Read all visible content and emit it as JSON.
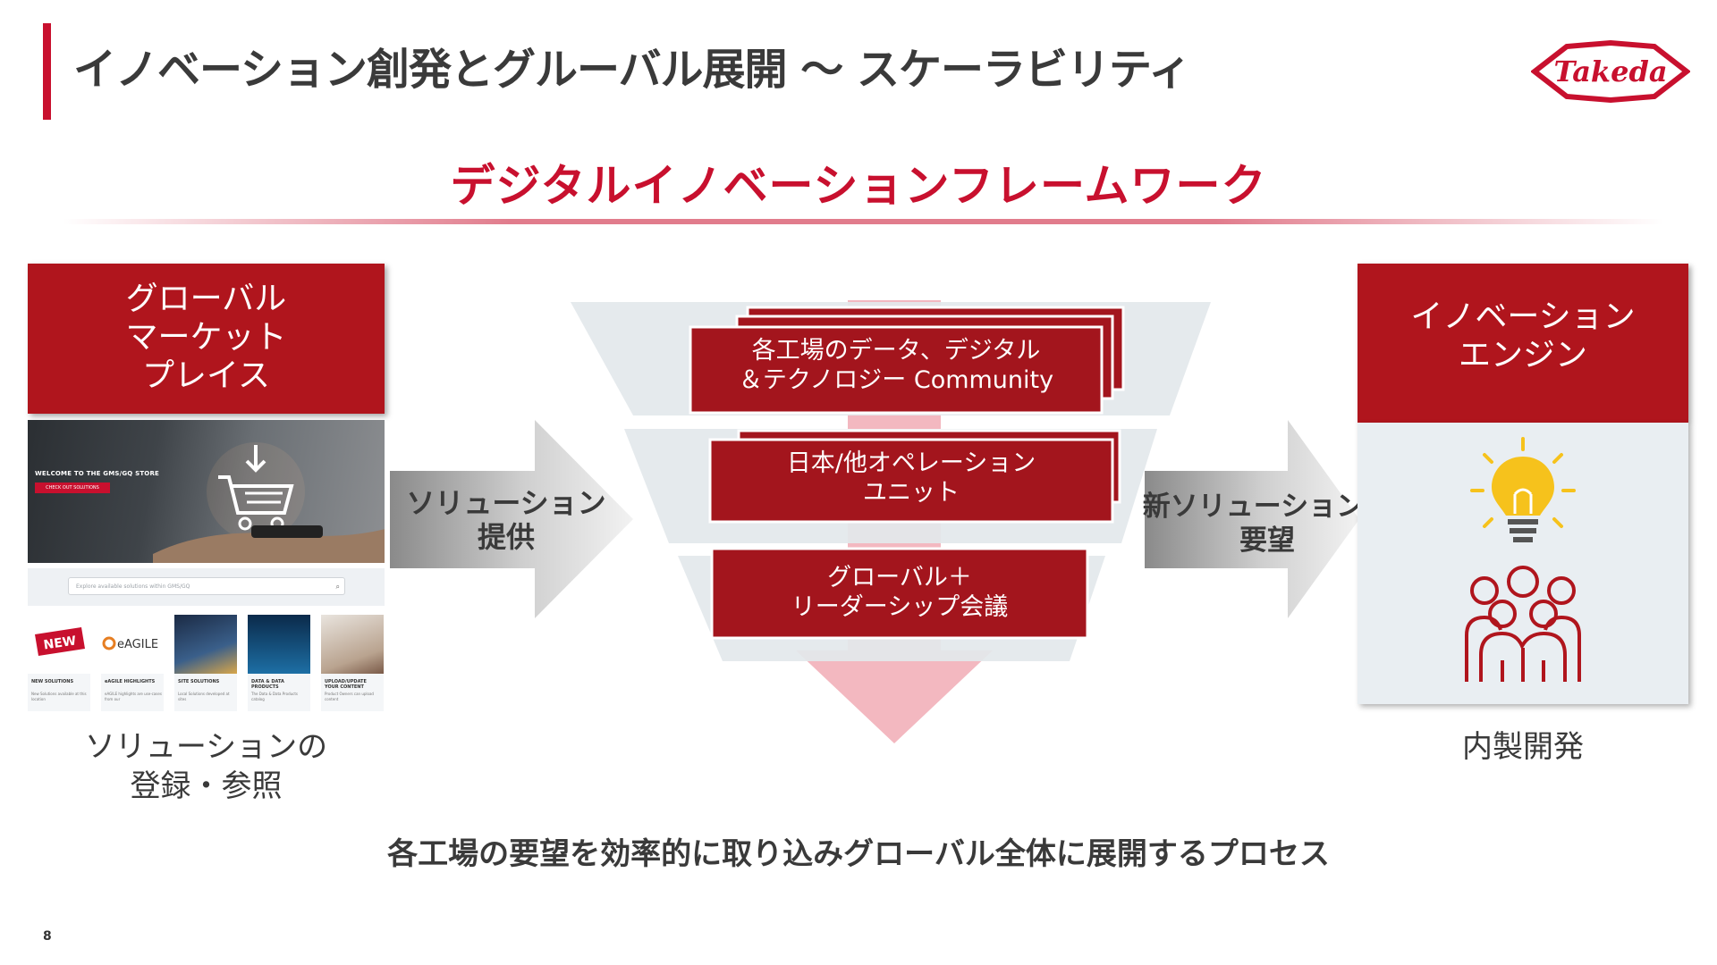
{
  "header": {
    "title": "イノベーション創発とグルーバル展開 ～ スケーラビリティ",
    "logo_text": "Takeda"
  },
  "subtitle": "デジタルイノベーションフレームワーク",
  "left": {
    "box_lines": [
      "グローバル",
      "マーケット",
      "プレイス"
    ],
    "caption_lines": [
      "ソリューションの",
      "登録・参照"
    ],
    "screenshot": {
      "welcome": "WELCOME TO THE GMS/GQ STORE",
      "button": "CHECK OUT SOLUTIONS",
      "search_placeholder": "Explore available solutions within GMS/GQ",
      "tiles": [
        {
          "label": "NEW",
          "title": "NEW SOLUTIONS",
          "desc": "New Solutions available at this location"
        },
        {
          "label": "eAGILE",
          "title": "eAGILE HIGHLIGHTS",
          "desc": "eAGILE highlights are use-cases from our"
        },
        {
          "label": "",
          "title": "SITE SOLUTIONS",
          "desc": "Local Solutions developed at sites"
        },
        {
          "label": "",
          "title": "DATA & DATA PRODUCTS",
          "desc": "The Data & Data Products catalog"
        },
        {
          "label": "",
          "title": "UPLOAD/UPDATE YOUR CONTENT",
          "desc": "Product Owners can upload content"
        }
      ]
    }
  },
  "arrows": {
    "left_lines": [
      "ソリューション",
      "提供"
    ],
    "right_lines": [
      "新ソリューションの",
      "要望"
    ]
  },
  "funnel": {
    "tier1": [
      "各工場のデータ、デジタル",
      "＆テクノロジー Community"
    ],
    "tier2": [
      "日本/他オペレーション",
      "ユニット"
    ],
    "tier3": [
      "グローバル＋",
      "リーダーシップ会議"
    ]
  },
  "right": {
    "box_lines": [
      "イノベーション",
      "エンジン"
    ],
    "caption": "内製開発"
  },
  "bottom": "各工場の要望を効率的に取り込みグローバル全体に展開するプロセス",
  "page_number": "8",
  "colors": {
    "brand_red": "#c8102e",
    "box_red": "#b0151d",
    "panel_gray": "#e9eef2",
    "bulb_yellow": "#f6c21c"
  }
}
